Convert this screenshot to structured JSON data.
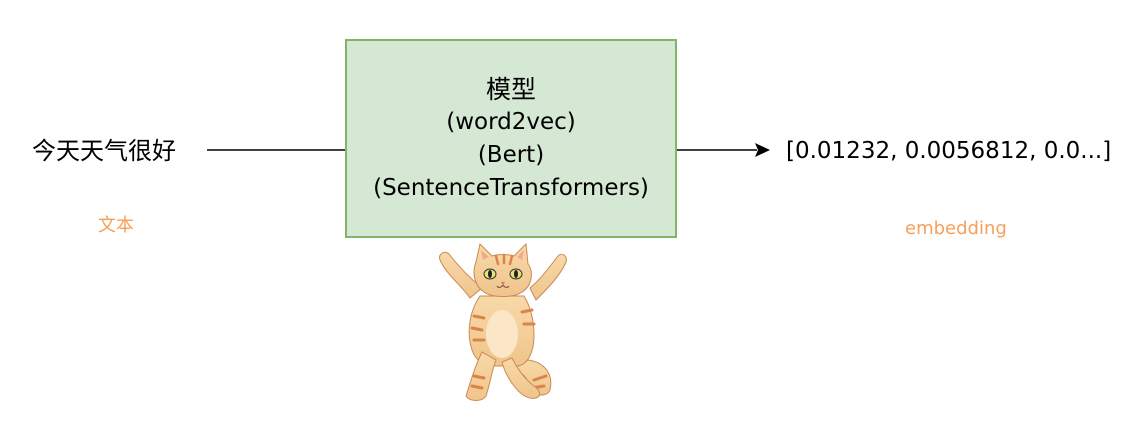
{
  "colors": {
    "accent": "#F5A05A",
    "box_fill": "#D5E8D4",
    "box_border": "#82B366",
    "line": "#000000"
  },
  "input": {
    "text": "今天天气很好",
    "caption": "文本"
  },
  "model": {
    "title": "模型",
    "options": [
      "(word2vec)",
      "(Bert)",
      "(SentenceTransformers)"
    ]
  },
  "output": {
    "text": "[0.01232, 0.0056812, 0.0...]",
    "caption": "embedding"
  },
  "illustration": {
    "icon": "dancing-cat-icon"
  }
}
